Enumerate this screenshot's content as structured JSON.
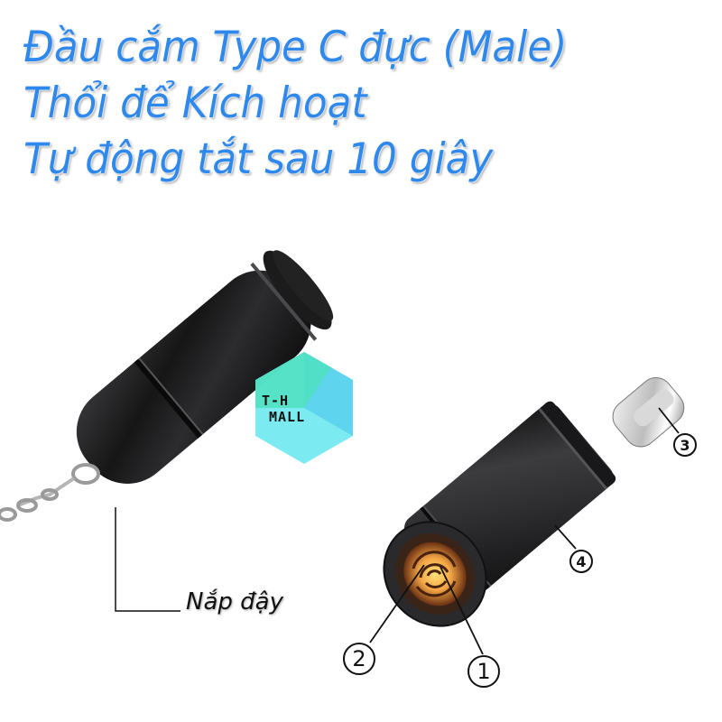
{
  "title": {
    "lines": [
      "Đầu cắm Type C đực (Male)",
      "Thổi để Kích hoạt",
      "Tự động tắt sau 10 giây"
    ],
    "color": "#2f88ec"
  },
  "callouts": {
    "cap_label": "Nắp đậy",
    "numbers": [
      "1",
      "2",
      "3",
      "4"
    ]
  },
  "watermark": {
    "line1": "T-H",
    "line2": "MALL",
    "colors": [
      "#4fe0c0",
      "#5ad0ee",
      "#6ee8f0"
    ]
  },
  "product": {
    "body_color": "#1c1c1e",
    "coil_color": "#f0a040",
    "connector": "USB Type-C"
  }
}
